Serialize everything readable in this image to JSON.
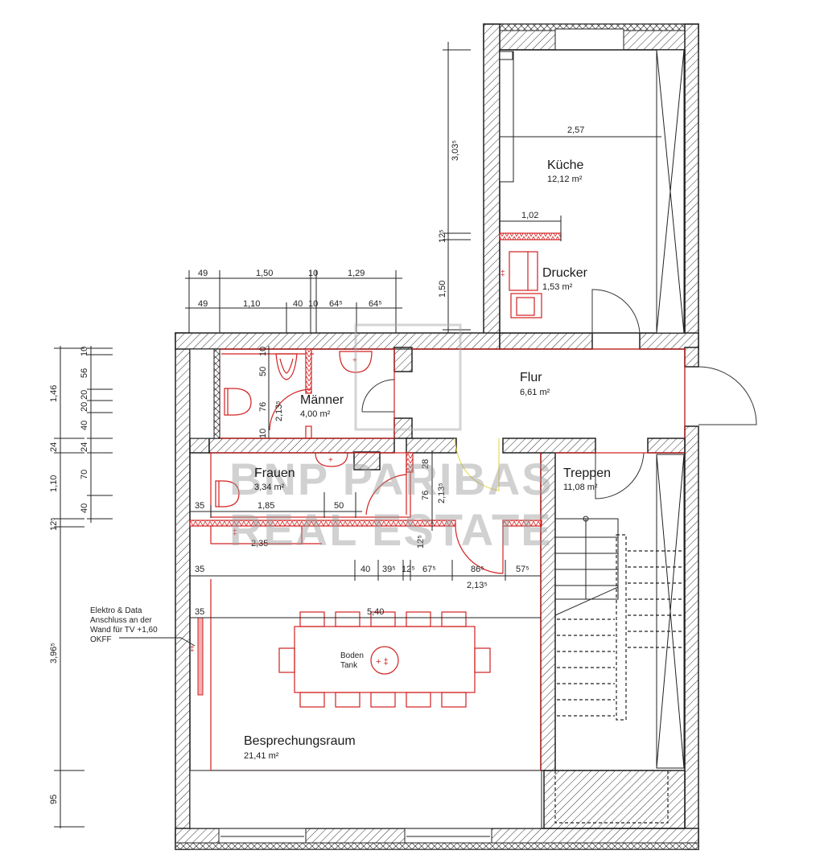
{
  "rooms": {
    "kueche": {
      "name": "Küche",
      "area": "12,12 m²"
    },
    "drucker": {
      "name": "Drucker",
      "area": "1,53 m²"
    },
    "maenner": {
      "name": "Männer",
      "area": "4,00 m²"
    },
    "flur": {
      "name": "Flur",
      "area": "6,61 m²"
    },
    "frauen": {
      "name": "Frauen",
      "area": "3,34 m²"
    },
    "treppen": {
      "name": "Treppen",
      "area": "11,08 m²"
    },
    "besprechung": {
      "name": "Besprechungsraum",
      "area": "21,41 m²"
    }
  },
  "dimensions": {
    "top_row1": [
      "49",
      "1,50",
      "10",
      "1,29"
    ],
    "top_row2": [
      "49",
      "1,10",
      "40",
      "10",
      "64⁵",
      "64⁵"
    ],
    "left_outer": [
      "1,46",
      "24",
      "1,10",
      "12⁵",
      "3,96⁵",
      "95"
    ],
    "left_inner": [
      "10",
      "56",
      "20",
      "20",
      "40",
      "24",
      "70",
      "40"
    ],
    "kueche_vertical": [
      "3,03⁵",
      "12⁵",
      "1,50"
    ],
    "kueche_width": "2,57",
    "drucker_width": "1,02",
    "maenner_vertical": [
      "10",
      "50",
      "76",
      "2,13⁵",
      "10"
    ],
    "frauen_row": [
      "35",
      "1,85",
      "50"
    ],
    "frauen_vertical": [
      "28",
      "76",
      "2,13⁵",
      "12⁵"
    ],
    "frauen_bottom": "2,35",
    "mid_row": [
      "35",
      "40",
      "39⁵",
      "12⁵",
      "67⁵",
      "86⁵",
      "57⁵"
    ],
    "mid_row_total": "2,13⁵",
    "besprechung_width_label": "35",
    "besprechung_width": "5,40"
  },
  "annotations": {
    "elektro_note": [
      "Elektro & Data",
      "Anschluss an der",
      "Wand für TV +1,60",
      "OKFF"
    ],
    "boden_tank": [
      "Boden",
      "Tank"
    ]
  },
  "watermark": {
    "line1": "BNP PARIBAS",
    "line2": "REAL ESTATE"
  },
  "colors": {
    "wall_line": "#222222",
    "furniture": "#d32020",
    "door_swing_yellow": "#e3d33a",
    "watermark": "#9a9a9a"
  }
}
